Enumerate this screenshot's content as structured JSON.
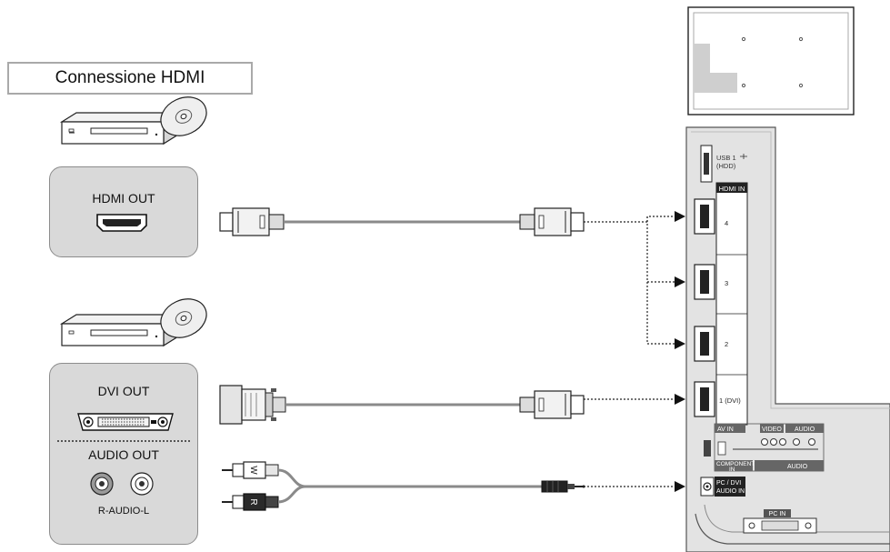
{
  "title": "Connessione HDMI",
  "devices": {
    "hdmi_out_label": "HDMI OUT",
    "dvi_out_label": "DVI OUT",
    "audio_out_label": "AUDIO OUT",
    "audio_channels_label": "R-AUDIO-L",
    "plug_white_letter": "W",
    "plug_red_letter": "R"
  },
  "tv_panel": {
    "usb_label": "USB 1",
    "usb_sub": "(HDD)",
    "hdmi_in_header": "HDMI IN",
    "hdmi_ports": [
      "4",
      "3",
      "2",
      "1 (DVI)"
    ],
    "av_in": "AV IN",
    "video": "VIDEO",
    "audio": "AUDIO",
    "component": "COMPONENT",
    "component_in": "IN",
    "pc_dvi_audio": "PC / DVI",
    "audio_in": "AUDIO IN",
    "pc_in": "PC IN"
  },
  "colors": {
    "panel_fill": "#d9d9d9",
    "cable": "#8a8a8a",
    "tv_back": "#e3e3e3",
    "arrow": "#111111"
  }
}
